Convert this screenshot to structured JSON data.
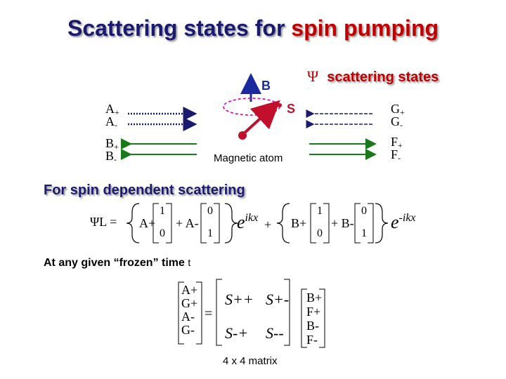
{
  "title": {
    "part1": "Scattering states for ",
    "part2": "spin pumping"
  },
  "psi_label": {
    "symbol": "Ψ",
    "text": "scattering states"
  },
  "atom": {
    "b_label": "B",
    "s_label": "S",
    "caption": "Magnetic atom"
  },
  "left_leads": {
    "incoming": [
      {
        "base": "A",
        "sub": "+"
      },
      {
        "base": "A",
        "sub": "-"
      }
    ],
    "outgoing": [
      {
        "base": "B",
        "sub": "+"
      },
      {
        "base": "B",
        "sub": "-"
      }
    ]
  },
  "right_leads": {
    "incoming": [
      {
        "base": "G",
        "sub": "+"
      },
      {
        "base": "G",
        "sub": "-"
      }
    ],
    "outgoing": [
      {
        "base": "F",
        "sub": "+"
      },
      {
        "base": "F",
        "sub": "-"
      }
    ]
  },
  "section_heading": "For spin dependent scattering",
  "equation": {
    "lhs": "ΨL =",
    "a_plus": "A+",
    "plus_a_minus": "+ A-",
    "exp1": "e",
    "exp1_sup": "ikx",
    "plus": "+",
    "b_plus": "B+",
    "plus_b_minus": "+ B-",
    "exp2": "e",
    "exp2_sup": "-ikx",
    "spinor_up": [
      "1",
      "0"
    ],
    "spinor_down": [
      "0",
      "1"
    ]
  },
  "frozen_time": {
    "text": "At any given “frozen” time",
    "var": "t"
  },
  "smatrix": {
    "lhs": [
      "A+",
      "G+",
      "A-",
      "G-"
    ],
    "equals": "=",
    "entries": [
      [
        "S++",
        "S+-"
      ],
      [
        "S-+",
        "S--"
      ]
    ],
    "rhs": [
      "B+",
      "F+",
      "B-",
      "F-"
    ],
    "caption": "4 x 4 matrix"
  },
  "colors": {
    "title": "#1a1a6e",
    "highlight": "#c00000",
    "incoming_arrow": "#1a1a6e",
    "outgoing_arrow": "#1a7a1a",
    "orbit": "#d21aa0",
    "b_arrow": "#c0102e",
    "s_arrow": "#c0102e"
  }
}
